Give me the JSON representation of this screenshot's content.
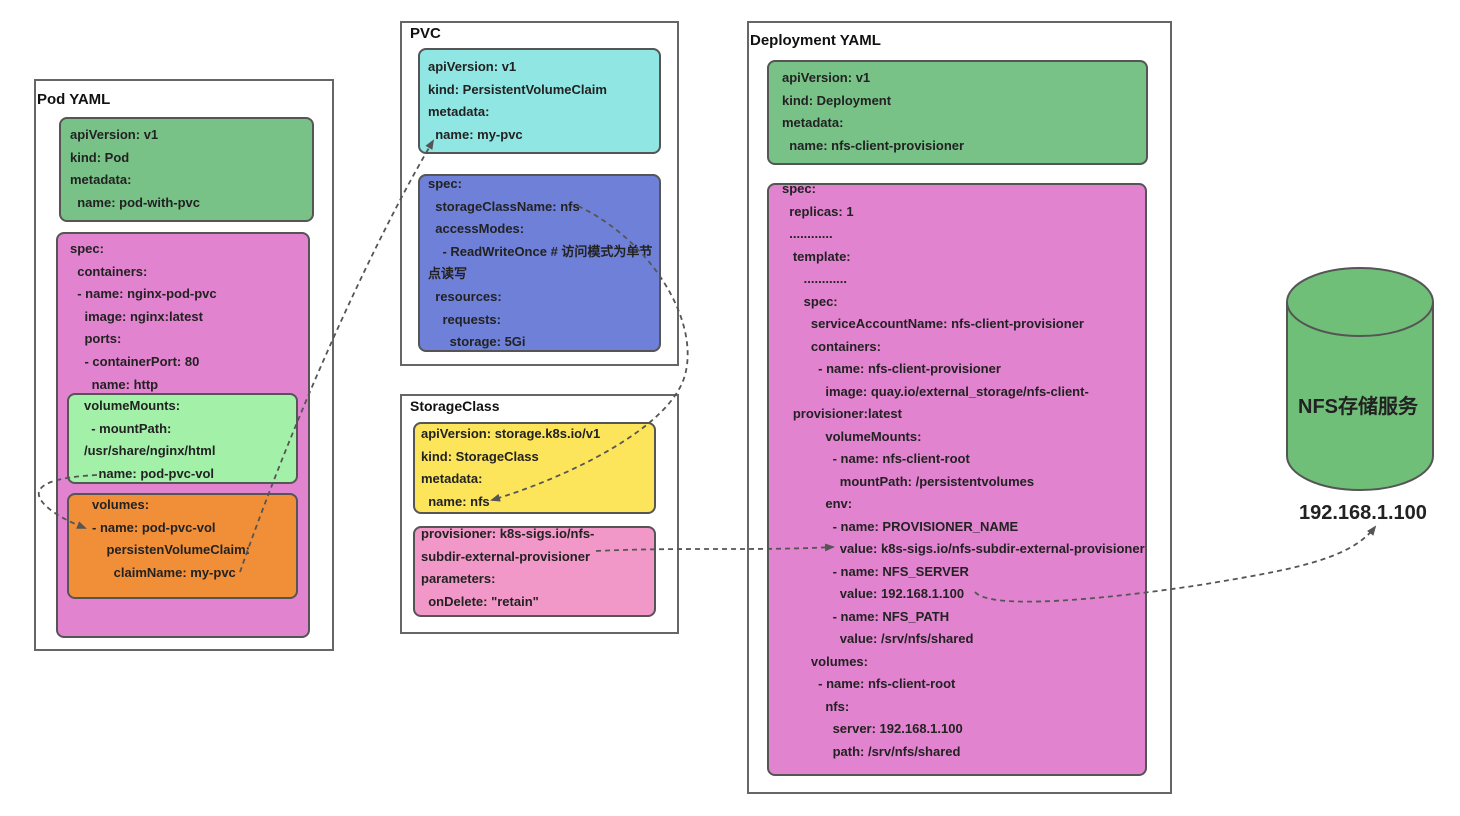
{
  "colors": {
    "meta_green": "#78c287",
    "spec_pink": "#e283d0",
    "mount_green": "#a3f1a9",
    "volumes_orange": "#f08f38",
    "pvc_cyan": "#8fe6e2",
    "pvc_blue": "#6f80d9",
    "sc_yellow": "#fce55a",
    "sc_pink": "#f298c8",
    "nfs_green": "#70bf79",
    "arrow": "#555555"
  },
  "pod": {
    "title": "Pod YAML",
    "meta": [
      "apiVersion: v1",
      "kind: Pod",
      "metadata:",
      "  name: pod-with-pvc"
    ],
    "spec": [
      "spec:",
      "  containers:",
      "  - name: nginx-pod-pvc",
      "    image: nginx:latest",
      "    ports:",
      "    - containerPort: 80",
      "      name: http"
    ],
    "volume_mounts": [
      "volumeMounts:",
      "  - mountPath:",
      "/usr/share/nginx/html",
      "    name: pod-pvc-vol"
    ],
    "volumes": [
      "volumes:",
      "- name: pod-pvc-vol",
      "    persistenVolumeClaim:",
      "      claimName: my-pvc"
    ]
  },
  "pvc": {
    "title": "PVC",
    "meta": [
      "apiVersion: v1",
      "kind: PersistentVolumeClaim",
      "metadata:",
      "  name: my-pvc"
    ],
    "spec": [
      "spec:",
      "  storageClassName: nfs",
      "  accessModes:",
      "    - ReadWriteOnce # 访问模式为单节点读写",
      "  resources:",
      "    requests:",
      "      storage: 5Gi"
    ]
  },
  "storage_class": {
    "title": "StorageClass",
    "meta": [
      "apiVersion: storage.k8s.io/v1",
      "kind: StorageClass",
      "metadata:",
      "  name: nfs"
    ],
    "params": [
      "provisioner: k8s-sigs.io/nfs-subdir-external-provisioner",
      "parameters:",
      "  onDelete: \"retain\""
    ]
  },
  "deployment": {
    "title": "Deployment YAML",
    "meta": [
      "apiVersion: v1",
      "kind: Deployment",
      "metadata:",
      "  name: nfs-client-provisioner"
    ],
    "spec": [
      "spec:",
      "  replicas: 1",
      "  ............",
      "   template:",
      "      ............",
      "      spec:",
      "        serviceAccountName: nfs-client-provisioner",
      "        containers:",
      "          - name: nfs-client-provisioner",
      "            image: quay.io/external_storage/nfs-client-",
      "   provisioner:latest",
      "            volumeMounts:",
      "              - name: nfs-client-root",
      "                mountPath: /persistentvolumes",
      "            env:",
      "              - name: PROVISIONER_NAME",
      "                value: k8s-sigs.io/nfs-subdir-external-provisioner",
      "              - name: NFS_SERVER",
      "                value: 192.168.1.100",
      "              - name: NFS_PATH",
      "                value: /srv/nfs/shared",
      "        volumes:",
      "          - name: nfs-client-root",
      "            nfs:",
      "              server: 192.168.1.100",
      "              path: /srv/nfs/shared"
    ]
  },
  "nfs": {
    "label": "NFS存储服务",
    "ip": "192.168.1.100"
  }
}
